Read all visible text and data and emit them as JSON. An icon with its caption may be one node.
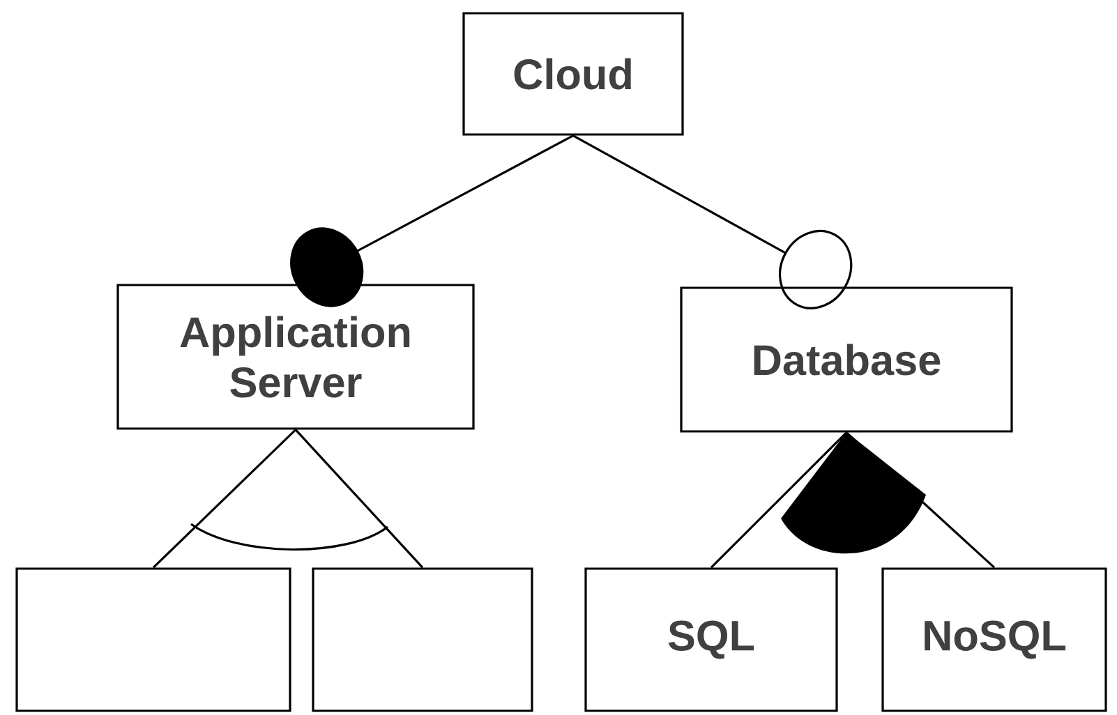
{
  "diagram": {
    "nodes": [
      {
        "text": [
          "Cloud"
        ]
      },
      {
        "text": [
          "Application Server"
        ]
      },
      {
        "text": [
          "Database"
        ]
      },
      {
        "text": [],
        "shape": "box"
      },
      {
        "text": [],
        "shape": "box"
      },
      {
        "text": [
          "SQL"
        ]
      },
      {
        "text": [
          "NoSQL"
        ]
      }
    ],
    "edges": [
      {
        "from": 0,
        "to": 1,
        "arrow": "other"
      },
      {
        "from": 0,
        "to": 2,
        "arrow": "other"
      },
      {
        "from": 1,
        "to": 3,
        "arrow": "none"
      },
      {
        "from": 1,
        "to": 4,
        "arrow": "none"
      },
      {
        "from": 2,
        "to": 5,
        "arrow": "none"
      },
      {
        "from": 2,
        "to": 6,
        "arrow": "none"
      }
    ]
  }
}
